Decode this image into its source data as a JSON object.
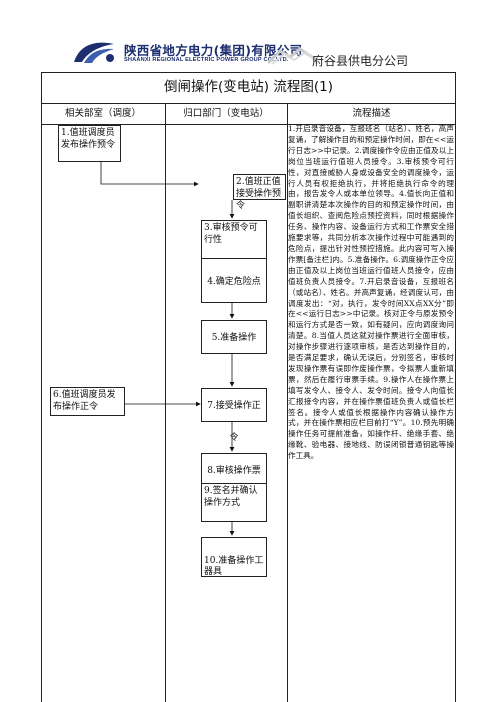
{
  "header": {
    "company_cn": "陕西省地方电力(集团)有限公司",
    "company_en": "SHAANXI REGIONAL ELECTRIC POWER GROUP CO.,LTD.",
    "branch": "府谷县供电分公司",
    "brand_color": "#1d2f6f"
  },
  "document": {
    "title": "倒闸操作(变电站) 流程图(1)",
    "columns": [
      "相关部室（调度）",
      "归口部门（变电站）",
      "流程描述"
    ]
  },
  "steps": [
    {
      "label": "1.值班调度员发布操作预令"
    },
    {
      "label": "2.值班正值接受操作预令"
    },
    {
      "label": "3.审核预令可行性"
    },
    {
      "label": "4.确定危险点"
    },
    {
      "label": "5.准备操作"
    },
    {
      "label": "6.值班调度员发布操作正令"
    },
    {
      "label": "7.接受操作正令"
    },
    {
      "label": "8.审核操作票"
    },
    {
      "label": "9.签名并确认操作方式"
    },
    {
      "label": "10.准备操作工器具"
    }
  ],
  "description": "1.开启录音设备，互报班名（站名）、姓名，高声复诵，了解操作目的和预定操作时间，即在<<运行日志>>中记录。2.调度操作令应由正值及以上岗位当班运行值班人员接令。3.审核预令可行性，对直接威胁人身或设备安全的调度操令，运行人员有权拒绝执行，并将拒绝执行命令的理由，报告发令人或本单位领导。4.值长向正值和副职讲清楚本次操作的目的和预定操作时间，由值长组织、查阅危险点预控资料，同时根据操作任务、操作内容、设备运行方式和工作票安全措施要求等，共同分析本次操作过程中可能遇到的危险点，提出针对性预控措施。此内容可写入操作票[备注栏]内。5.准备操作。6.调度操作正令应由正值及以上岗位当班运行值班人员接令，应由值班负责人员接令。7.开启录音设备，互报班名（或站名）、姓名。并高声复诵，经调度认可，由调度发出：“对，执行，发令时间XX点XX分”即在<<运行日志>>中记录。核对正令与原发预令和运行方式是否一致，如有疑问，应向调度询问清楚。8.当值人员这就对操作票进行全面审核，对操作步骤进行逐项审核，是否达到操作目的，是否满足要求，确认无误后，分别签名，审核时发现操作票有误即作废操作票，令拟票人重新填票，然后在履行审票手续。9.操作人在操作票上填写发令人、接令人、发令时间。接令人向值长汇报接令内容，并在操作票值班负责人或值长栏签名。接令人或值长根据操作内容确认操作方式，并在操作票相应栏目前打“Y”。10.预先明确操作任务可提前准备，如操作杆、绝缘手套、绝缘靴、验电器、接地线、防误闭锁普通钥匙等操作工具。"
}
